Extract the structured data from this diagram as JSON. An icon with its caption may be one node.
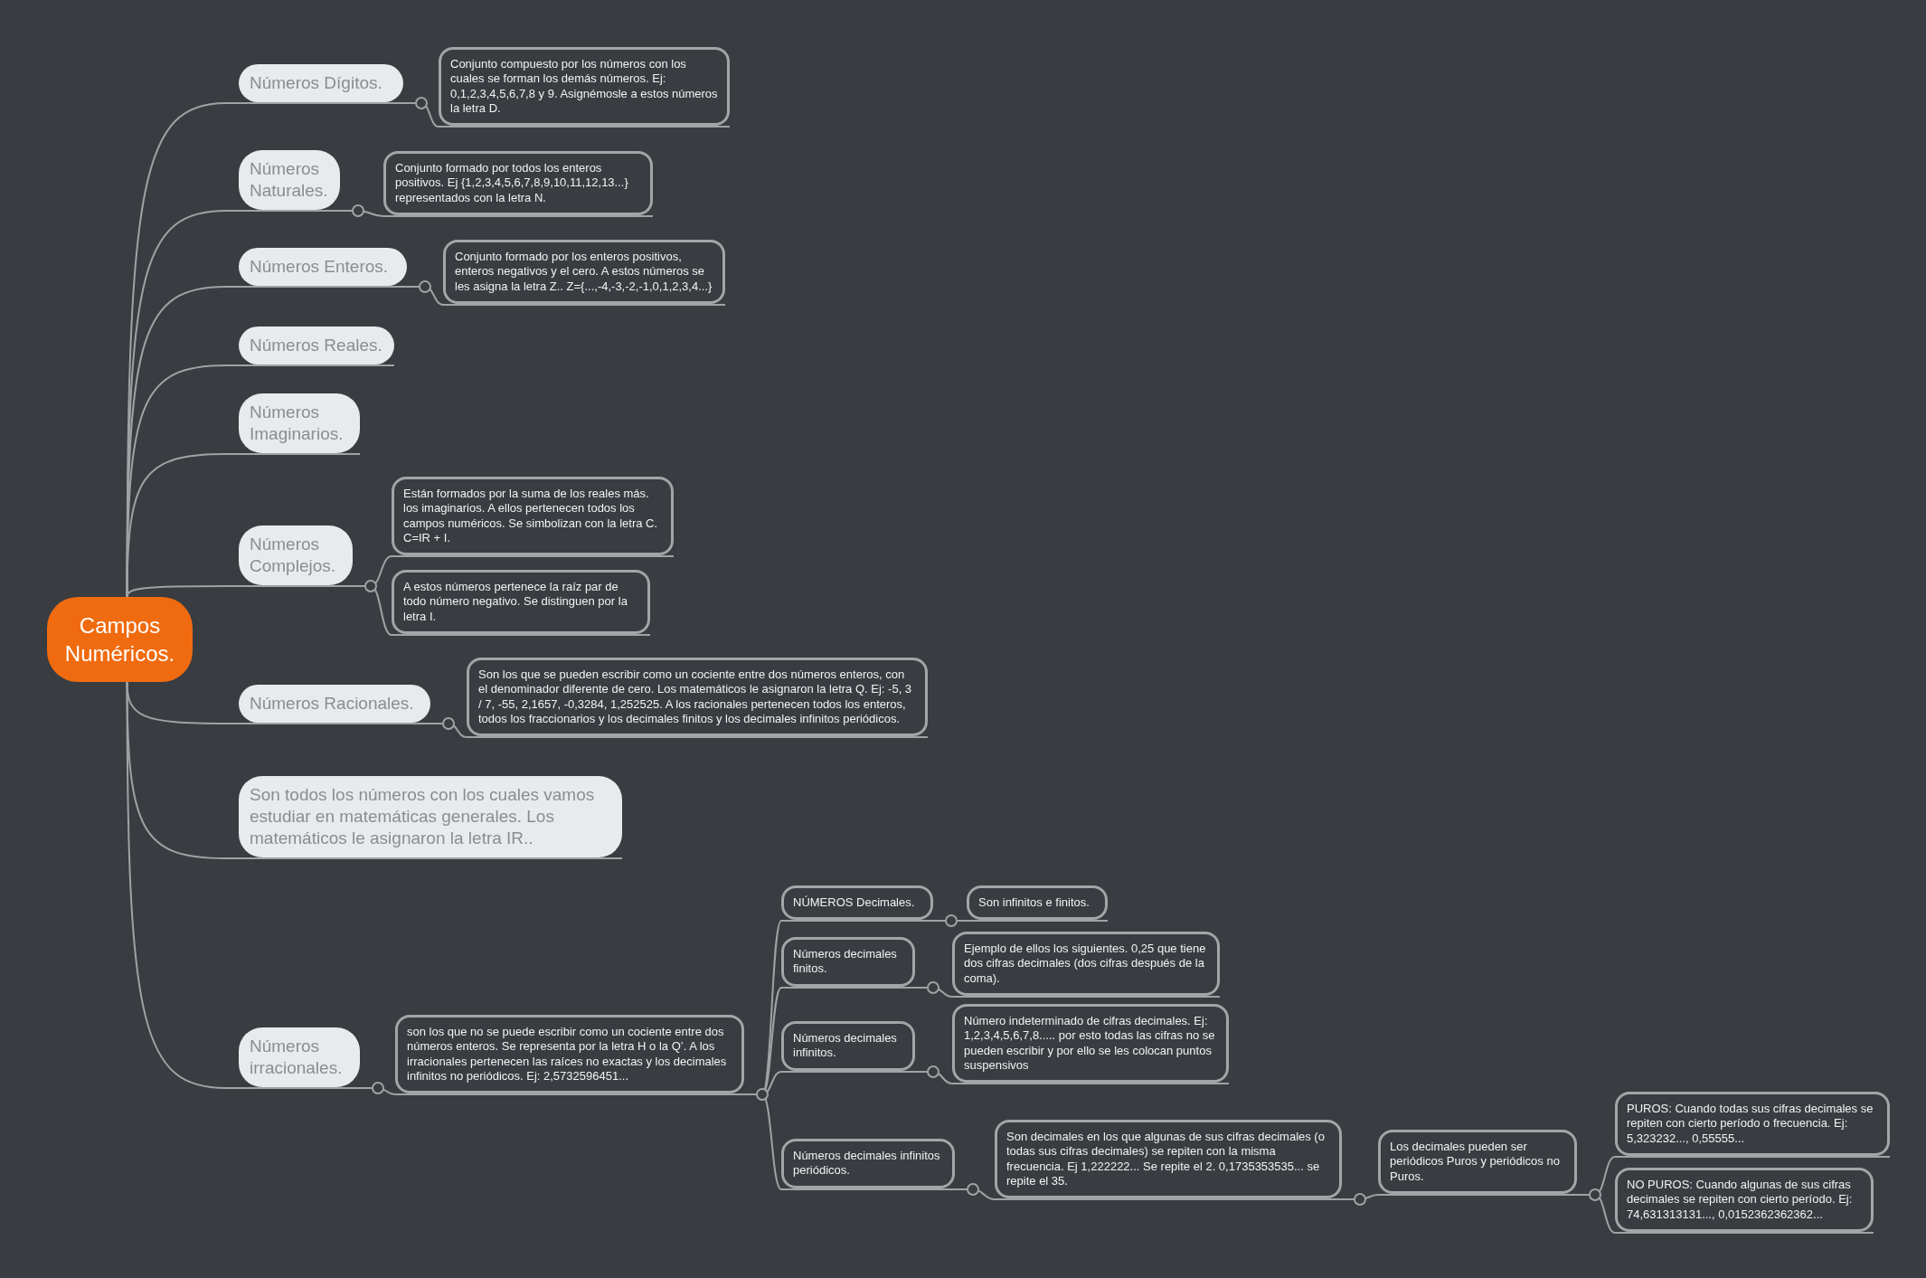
{
  "diagram": {
    "nodes": [
      {
        "text": [
          "Campos Numéricos."
        ]
      },
      {
        "text": [
          "Números Dígitos."
        ]
      },
      {
        "text": [
          "Conjunto compuesto por los números con los cuales se forman los demás números. Ej: 0,1,2,3,4,5,6,7,8 y 9. Asignémosle a estos números la letra D."
        ]
      },
      {
        "text": [
          "Números Naturales."
        ]
      },
      {
        "text": [
          "Conjunto formado por todos los enteros positivos. Ej {1,2,3,4,5,6,7,8,9,10,11,12,13...} representados con la letra N."
        ]
      },
      {
        "text": [
          "Números Enteros."
        ]
      },
      {
        "text": [
          "Conjunto formado por los enteros positivos, enteros negativos y el cero. A estos números se les asigna la letra Z.. Z={...,-4,-3,-2,-1,0,1,2,3,4...}"
        ]
      },
      {
        "text": [
          "Números Reales."
        ]
      },
      {
        "text": [
          "Números Imaginarios."
        ]
      },
      {
        "text": [
          "Números Complejos."
        ]
      },
      {
        "text": [
          "Están formados por la suma de los reales más. los imaginarios. A ellos pertenecen todos los campos numéricos. Se simbolizan con la letra C. C=IR + I."
        ]
      },
      {
        "text": [
          "A estos números pertenece la raíz par de todo número negativo. Se distinguen por la letra I."
        ]
      },
      {
        "text": [
          "Números Racionales."
        ]
      },
      {
        "text": [
          "Son los que se pueden escribir como un cociente entre dos números enteros, con el denominador diferente de cero. Los matemáticos le asignaron la letra Q. Ej: -5, 3 / 7, -55, 2,1657, -0,3284, 1,252525. A los racionales pertenecen todos los enteros, todos los fraccionarios y los decimales finitos y los decimales infinitos periódicos."
        ]
      },
      {
        "text": [
          "Son todos los números con los cuales vamos estudiar en matemáticas generales. Los matemáticos le asignaron la letra IR.."
        ]
      },
      {
        "text": [
          "Números irracionales."
        ]
      },
      {
        "text": [
          "son los que no se puede escribir como un cociente entre dos números enteros. Se representa por la letra H o la Q’. A los irracionales pertenecen las raíces no exactas y los decimales infinitos no periódicos. Ej: 2,5732596451..."
        ]
      },
      {
        "text": [
          "NÚMEROS Decimales."
        ]
      },
      {
        "text": [
          "Son infinitos e finitos."
        ]
      },
      {
        "text": [
          "Números decimales finitos."
        ]
      },
      {
        "text": [
          "Ejemplo de ellos los siguientes. 0,25 que tiene dos cifras decimales (dos cifras después de la coma)."
        ]
      },
      {
        "text": [
          "Números decimales infinitos."
        ]
      },
      {
        "text": [
          "Número indeterminado de cifras decimales. Ej: 1,2,3,4,5,6,7,8..... por esto todas las cifras no se pueden escribir y por ello se les colocan puntos suspensivos"
        ]
      },
      {
        "text": [
          "Números decimales infinitos periódicos."
        ]
      },
      {
        "text": [
          "Son decimales en los que algunas de sus cifras decimales (o todas sus cifras decimales) se repiten con la misma frecuencia. Ej 1,222222... Se repite el 2. 0,1735353535... se repite el 35."
        ]
      },
      {
        "text": [
          "Los decimales pueden ser periódicos Puros y periódicos no Puros."
        ]
      },
      {
        "text": [
          "PUROS: Cuando todas sus cifras decimales se repiten con cierto período o frecuencia. Ej: 5,323232..., 0,55555..."
        ]
      },
      {
        "text": [
          "NO PUROS: Cuando algunas de sus cifras decimales se repiten con cierto período. Ej: 74,631313131..., 0,0152362362362..."
        ]
      }
    ],
    "edges": [
      {
        "from": 0,
        "to": 1,
        "arrow": "none"
      },
      {
        "from": 0,
        "to": 3,
        "arrow": "none"
      },
      {
        "from": 0,
        "to": 5,
        "arrow": "none"
      },
      {
        "from": 0,
        "to": 7,
        "arrow": "none"
      },
      {
        "from": 0,
        "to": 8,
        "arrow": "none"
      },
      {
        "from": 0,
        "to": 9,
        "arrow": "none"
      },
      {
        "from": 0,
        "to": 12,
        "arrow": "none"
      },
      {
        "from": 0,
        "to": 14,
        "arrow": "none"
      },
      {
        "from": 0,
        "to": 15,
        "arrow": "none"
      },
      {
        "from": 1,
        "to": 2,
        "arrow": "none"
      },
      {
        "from": 3,
        "to": 4,
        "arrow": "none"
      },
      {
        "from": 5,
        "to": 6,
        "arrow": "none"
      },
      {
        "from": 9,
        "to": 10,
        "arrow": "none"
      },
      {
        "from": 9,
        "to": 11,
        "arrow": "none"
      },
      {
        "from": 12,
        "to": 13,
        "arrow": "none"
      },
      {
        "from": 15,
        "to": 16,
        "arrow": "none"
      },
      {
        "from": 16,
        "to": 17,
        "arrow": "none"
      },
      {
        "from": 16,
        "to": 19,
        "arrow": "none"
      },
      {
        "from": 16,
        "to": 21,
        "arrow": "none"
      },
      {
        "from": 16,
        "to": 23,
        "arrow": "none"
      },
      {
        "from": 17,
        "to": 18,
        "arrow": "none"
      },
      {
        "from": 19,
        "to": 20,
        "arrow": "none"
      },
      {
        "from": 21,
        "to": 22,
        "arrow": "none"
      },
      {
        "from": 23,
        "to": 24,
        "arrow": "none"
      },
      {
        "from": 24,
        "to": 25,
        "arrow": "none"
      },
      {
        "from": 25,
        "to": 26,
        "arrow": "none"
      },
      {
        "from": 25,
        "to": 27,
        "arrow": "none"
      }
    ]
  }
}
